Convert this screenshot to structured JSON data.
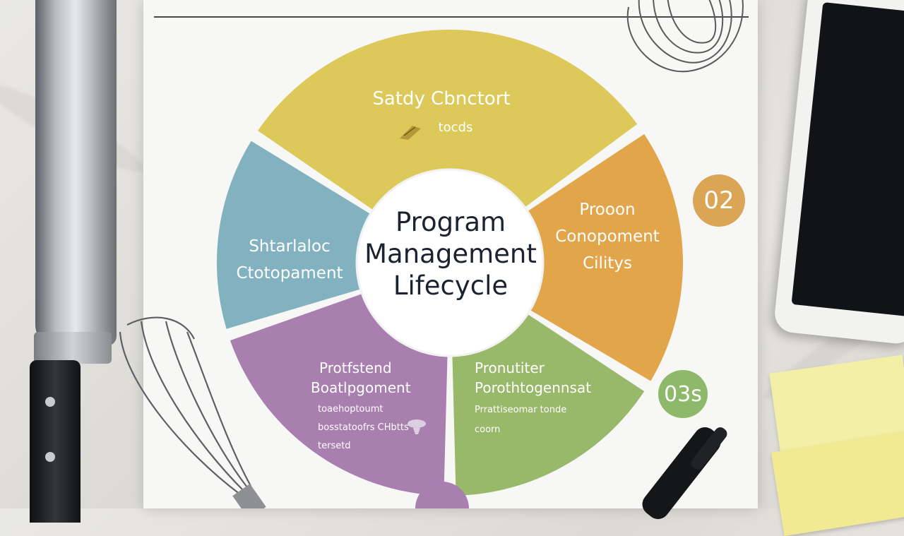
{
  "diagram": {
    "center_lines": [
      "Program",
      "Management",
      "Lifecycle"
    ],
    "segments": [
      {
        "id": "top",
        "lines": [
          "Satdy Cbnctort",
          "tocds"
        ],
        "color": "#dcc95a"
      },
      {
        "id": "right",
        "lines": [
          "Prooon",
          "Conopoment",
          "Cilitys"
        ],
        "color": "#e2a54a"
      },
      {
        "id": "bottom-right",
        "lines": [
          "Pronutiter",
          "Porothtogennsat"
        ],
        "sublines": [
          "Prrattiseomar tonde",
          "coorn"
        ],
        "color": "#98b86a"
      },
      {
        "id": "bottom-left",
        "lines": [
          "Protfstend",
          "Boatlpgoment"
        ],
        "sublines": [
          "toaehoptoumt",
          "bosstatoofrs CHbtts",
          "tersetd"
        ],
        "color": "#a97fb0"
      },
      {
        "id": "left",
        "lines": [
          "Shtarlaloc",
          "Ctotopament"
        ],
        "color": "#82b2c0"
      }
    ],
    "badges": [
      {
        "id": "badge-02",
        "label": "02",
        "color": "#dba556"
      },
      {
        "id": "badge-03",
        "label": "03s",
        "color": "#8fb96a"
      }
    ]
  }
}
